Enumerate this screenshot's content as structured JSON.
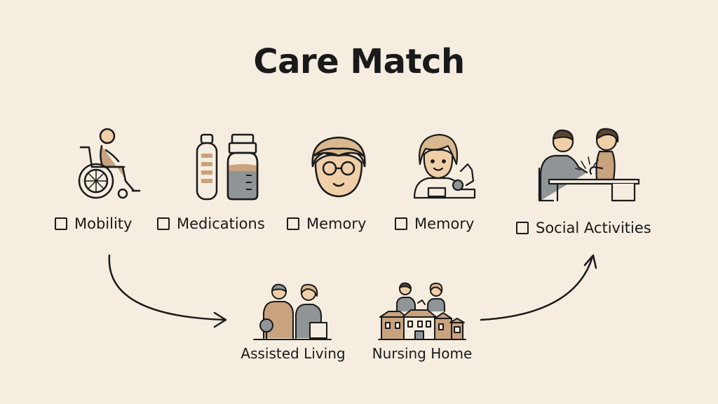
{
  "title": "Care Match",
  "needs": [
    {
      "label": "Mobility",
      "icon": "wheelchair-icon",
      "checked": false
    },
    {
      "label": "Medications",
      "icon": "medicine-bottles-icon",
      "checked": false
    },
    {
      "label": "Memory",
      "icon": "person-face-icon",
      "checked": false
    },
    {
      "label": "Memory",
      "icon": "person-puzzle-icon",
      "checked": false
    },
    {
      "label": "Social Activities",
      "icon": "people-socializing-icon",
      "checked": false
    }
  ],
  "options": [
    {
      "label": "Assisted Living",
      "icon": "assisted-living-icon"
    },
    {
      "label": "Nursing Home",
      "icon": "nursing-home-icon"
    }
  ],
  "colors": {
    "background": "#f5ede0",
    "ink": "#1a1a1a",
    "skin": "#f0cfa8",
    "hair_light": "#d9b88f",
    "hair_dark": "#5a4535",
    "shirt_grey": "#8f9597",
    "tan": "#c9a27e"
  }
}
